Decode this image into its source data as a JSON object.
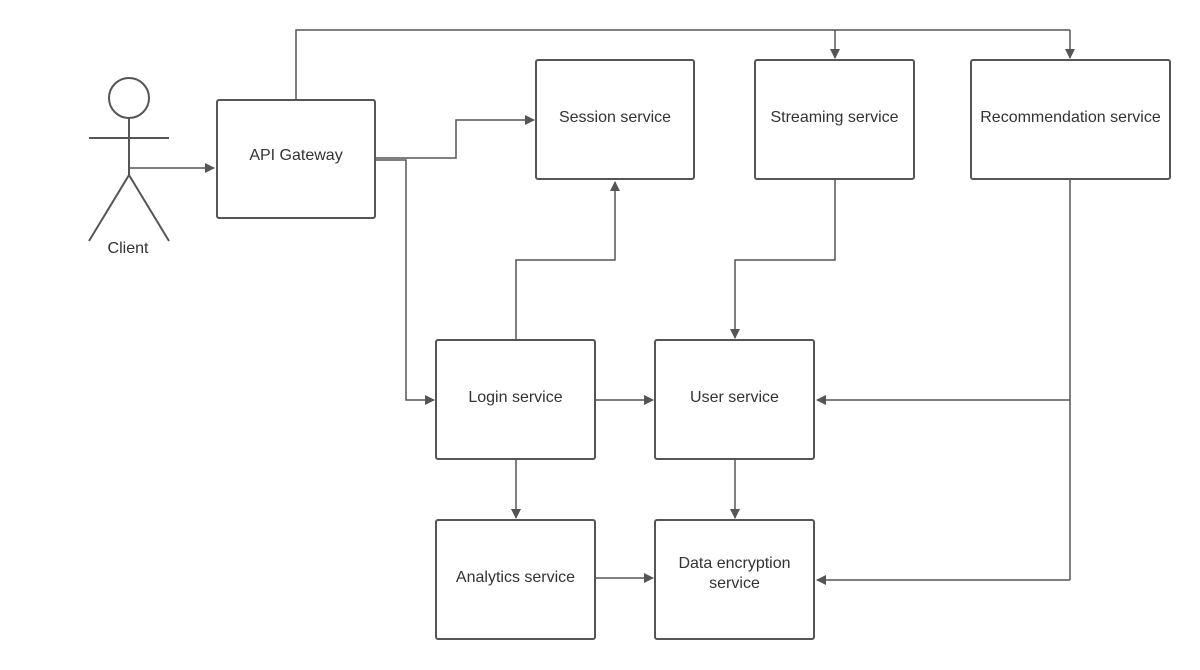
{
  "diagram": {
    "actor": {
      "label": "Client"
    },
    "nodes": {
      "api_gateway": "API Gateway",
      "session_service": "Session service",
      "streaming_service": "Streaming service",
      "recommendation_service": "Recommendation service",
      "login_service": "Login service",
      "user_service": "User service",
      "analytics_service": "Analytics service",
      "data_encryption_service": "Data encryption service"
    },
    "edges": [
      {
        "from": "Client",
        "to": "API Gateway"
      },
      {
        "from": "API Gateway",
        "to": "Session service"
      },
      {
        "from": "API Gateway",
        "to": "Streaming service"
      },
      {
        "from": "API Gateway",
        "to": "Recommendation service"
      },
      {
        "from": "API Gateway",
        "to": "Login service"
      },
      {
        "from": "Login service",
        "to": "Session service"
      },
      {
        "from": "Login service",
        "to": "User service"
      },
      {
        "from": "Login service",
        "to": "Analytics service"
      },
      {
        "from": "Streaming service",
        "to": "User service"
      },
      {
        "from": "Recommendation service",
        "to": "User service"
      },
      {
        "from": "Recommendation service",
        "to": "Data encryption service"
      },
      {
        "from": "User service",
        "to": "Data encryption service"
      },
      {
        "from": "Analytics service",
        "to": "Data encryption service"
      }
    ],
    "colors": {
      "stroke": "#555555",
      "text": "#333333",
      "background": "#ffffff"
    }
  }
}
